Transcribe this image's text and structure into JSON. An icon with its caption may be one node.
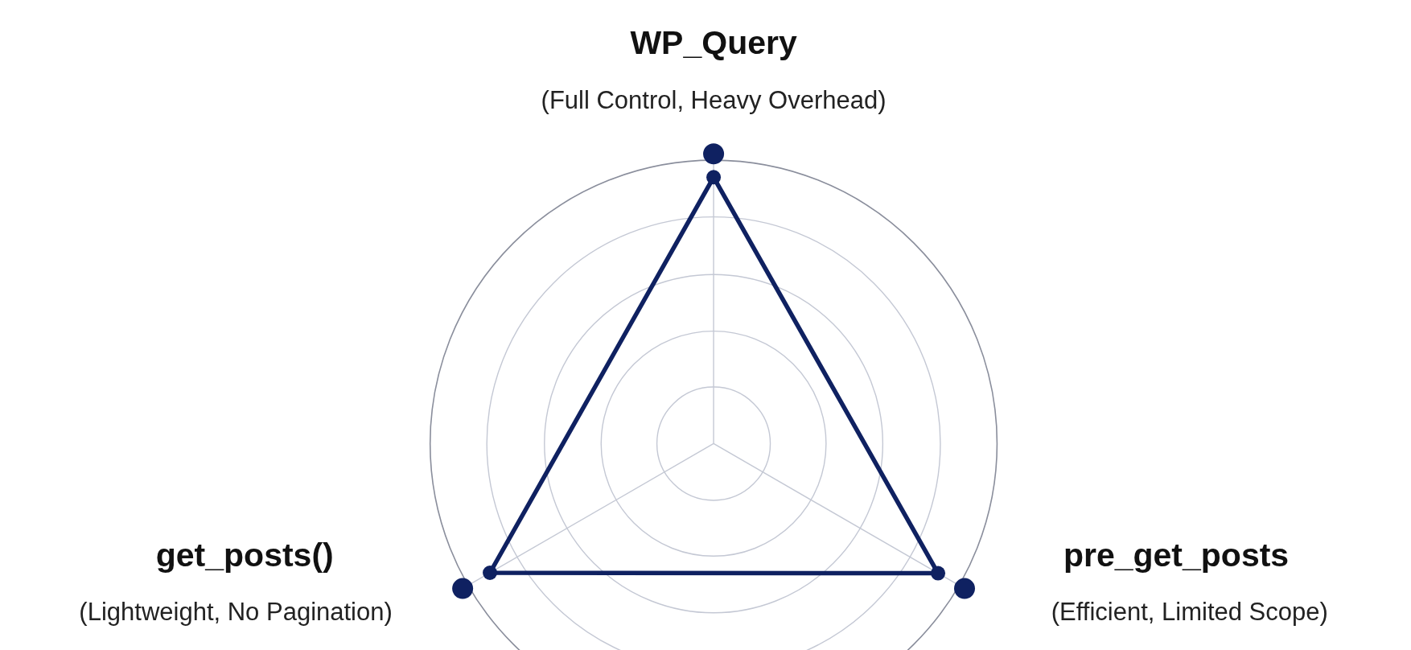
{
  "diagram": {
    "labels": [
      "WP_Query",
      "(Full Control, Heavy Overhead)",
      "get_posts()",
      "(Lightweight, No Pagination)",
      "pre_get_posts",
      "(Efficient, Limited Scope)"
    ]
  }
}
